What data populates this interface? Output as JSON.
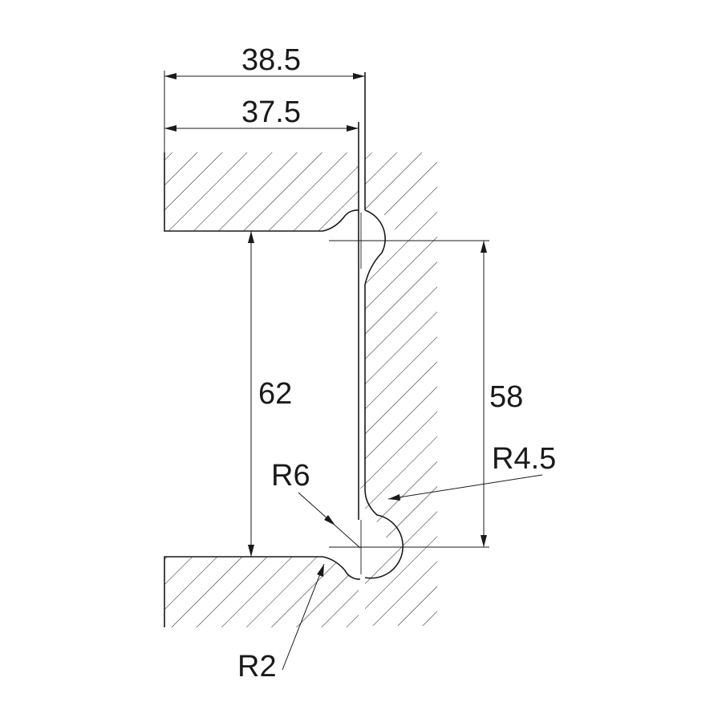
{
  "dimensions": {
    "top_width_outer": "38.5",
    "top_width_inner": "37.5",
    "opening_height": "62",
    "center_distance": "58",
    "radius_large": "R4.5",
    "radius_notch": "R6",
    "radius_small": "R2"
  }
}
